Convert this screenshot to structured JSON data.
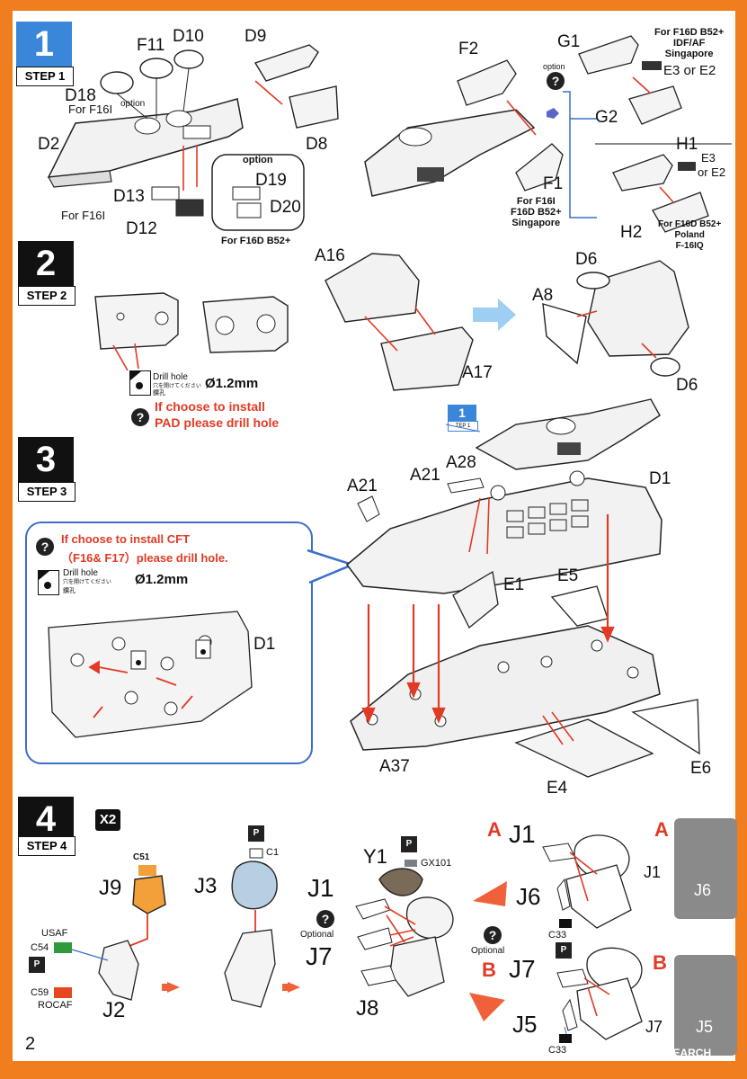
{
  "page_number": "2",
  "watermark": "HOBBY SEARCH",
  "colors": {
    "border": "#f07d1e",
    "accent_red": "#e23a24",
    "callout_blue": "#3b6fc8",
    "step1_blue": "#3a86d8",
    "usaf_green": "#2f9a3a",
    "rocaf_red": "#e6471f",
    "c51_orange": "#f2a03a",
    "gx101_gray": "#7a7f86"
  },
  "step1": {
    "number": "1",
    "label": "STEP 1",
    "parts": {
      "f11": "F11",
      "d10": "D10",
      "d9": "D9",
      "d18": "D18",
      "for_f16i_a": "For F16I",
      "option": "option",
      "d2": "D2",
      "d8": "D8",
      "d13": "D13",
      "for_f16i_b": "For F16I",
      "d12": "D12",
      "option2": "option",
      "d19": "D19",
      "d20": "D20",
      "for_f16d_b52": "For F16D B52+",
      "f2": "F2",
      "f1": "F1",
      "f1_note": [
        "For F16I",
        "F16D B52+",
        "Singapore"
      ],
      "g1": "G1",
      "g1_note": [
        "For F16D B52+",
        "IDF/AF",
        "Singapore"
      ],
      "e3_or_e2_a": "E3 or E2",
      "g2": "G2",
      "h1": "H1",
      "e3_b": "E3",
      "or_e2_b": "or E2",
      "h2": "H2",
      "h2_note": [
        "For F16D B52+",
        "Poland",
        "F-16IQ"
      ],
      "option3": "option"
    }
  },
  "step2": {
    "number": "2",
    "label": "STEP 2",
    "drill_hole": "Drill hole",
    "drill_jp": "穴を開けてください",
    "drill_cn": "鑽孔",
    "drill_size": "Ø1.2mm",
    "instruction_line1": "If  choose to install",
    "instruction_line2": "PAD please drill  hole",
    "parts": {
      "a16": "A16",
      "a17": "A17",
      "a8": "A8",
      "d6_top": "D6",
      "d6_bottom": "D6"
    }
  },
  "step3": {
    "number": "3",
    "label": "STEP 3",
    "mini_step_number": "1",
    "mini_step_label": "TEP 1",
    "callout_line1": "If  choose to install CFT",
    "callout_line2": "（F16& F17）please drill  hole.",
    "drill_hole": "Drill hole",
    "drill_jp": "穴を開けてください",
    "drill_cn": "鑽孔",
    "drill_size": "Ø1.2mm",
    "parts": {
      "a21_top": "A21",
      "a21_mid": "A21",
      "a28": "A28",
      "d1": "D1",
      "d1_callout": "D1",
      "e1": "E1",
      "e5": "E5",
      "a37": "A37",
      "e4": "E4",
      "e6": "E6"
    }
  },
  "step4": {
    "number": "4",
    "label": "STEP 4",
    "multiplier": "X2",
    "optional": "Optional",
    "parts": {
      "c51": "C51",
      "j9": "J9",
      "j2": "J2",
      "j3": "J3",
      "c1": "C1",
      "y1": "Y1",
      "gx101": "GX101",
      "j1_mid": "J1",
      "j7_mid": "J7",
      "j8": "J8",
      "j1_a": "J1",
      "j6": "J6",
      "c33_a": "C33",
      "j7_b": "J7",
      "j5": "J5",
      "c33_b": "C33",
      "photo_j1": "J1",
      "photo_j6": "J6",
      "photo_j7": "J7",
      "photo_j5": "J5"
    },
    "usaf": "USAF",
    "c54": "C54",
    "c59": "C59",
    "rocaf": "ROCAF",
    "variant_a": "A",
    "variant_b": "B"
  }
}
